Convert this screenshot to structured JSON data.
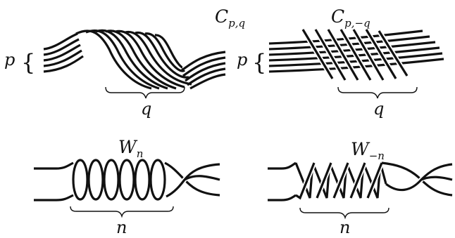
{
  "figure": {
    "panels": [
      {
        "name": "torus-cable-p-q",
        "title_main": "C",
        "title_sub": "p,q",
        "left_label": "p",
        "bottom_label": "q"
      },
      {
        "name": "torus-cable-p-negative-q",
        "title_main": "C",
        "title_sub": "p,−q",
        "left_label": "p",
        "bottom_label": "q"
      },
      {
        "name": "twist-n",
        "title_main": "W",
        "title_sub": "n",
        "bottom_label": "n"
      },
      {
        "name": "twist-negative-n",
        "title_main": "W",
        "title_sub": "−n",
        "bottom_label": "n"
      }
    ]
  }
}
